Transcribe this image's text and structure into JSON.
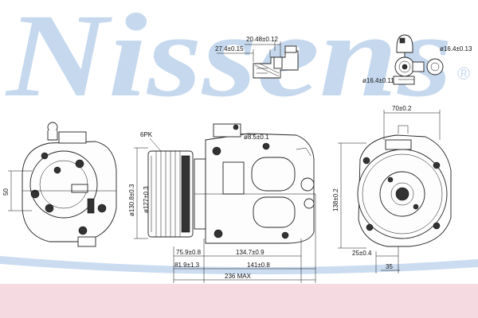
{
  "watermark": {
    "text": "Nissens",
    "registered_mark": "®"
  },
  "dimensions": {
    "d_20_48": "20.48±0.12",
    "d_27_4": "27.4±0.15",
    "d_16_4_right": "ø16.4±0.13",
    "d_16_4_left": "ø16.4±0.11",
    "d_70": "70±0.2",
    "d_6pk": "6PK",
    "d_8_5": "ø8.5±0.1",
    "d_130_8": "ø130.8±0.3",
    "d_127": "ø127±0.3",
    "d_134_7": "134.7±0.9",
    "d_75_9": "75.9±0.8",
    "d_81_9": "81.9±1.3",
    "d_141": "141±0.8",
    "d_236": "236 MAX",
    "d_138": "138±0.2",
    "d_25": "25±0.4",
    "d_35": "35",
    "d_50": "50"
  },
  "colors": {
    "watermark": "#c5d8ee",
    "band": "#f5dbe1",
    "lines": "#111111"
  }
}
